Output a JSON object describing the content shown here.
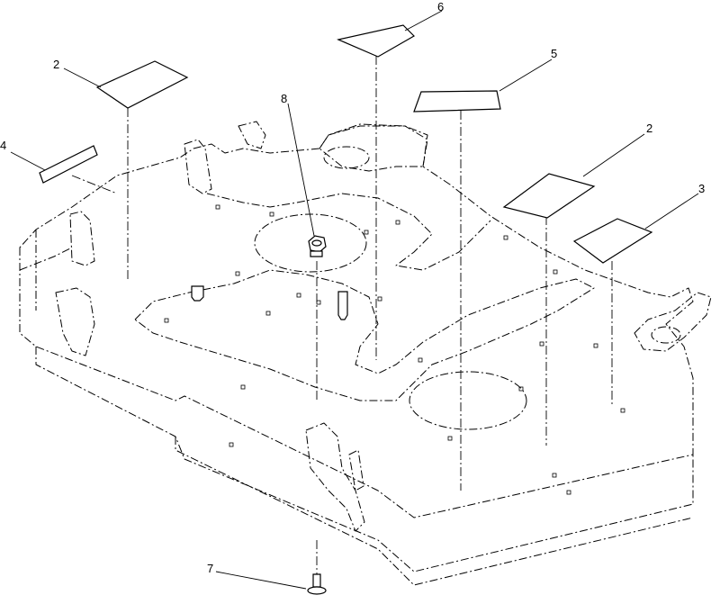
{
  "callouts": [
    {
      "id": "callout-2-left",
      "label": "2",
      "part": "decal"
    },
    {
      "id": "callout-4",
      "label": "4",
      "part": "decal"
    },
    {
      "id": "callout-6",
      "label": "6",
      "part": "decal"
    },
    {
      "id": "callout-5",
      "label": "5",
      "part": "decal"
    },
    {
      "id": "callout-2-right",
      "label": "2",
      "part": "decal"
    },
    {
      "id": "callout-3",
      "label": "3",
      "part": "decal"
    },
    {
      "id": "callout-8",
      "label": "8",
      "part": "nut"
    },
    {
      "id": "callout-7",
      "label": "7",
      "part": "bolt"
    }
  ]
}
